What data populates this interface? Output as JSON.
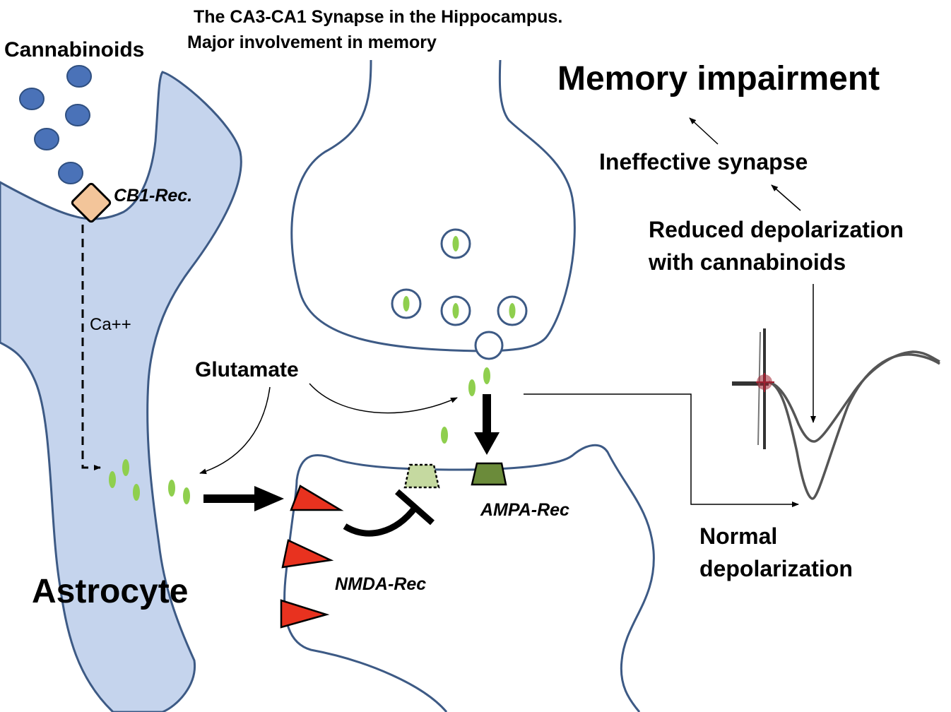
{
  "title": {
    "line1": "The CA3-CA1 Synapse  in the Hippocampus.",
    "line2": "Major involvement in memory"
  },
  "labels": {
    "cannabinoids": "Cannabinoids",
    "cb1_receptor": "CB1-Rec.",
    "calcium": "Ca++",
    "glutamate": "Glutamate",
    "astrocyte": "Astrocyte",
    "nmda_receptor": "NMDA-Rec",
    "ampa_receptor": "AMPA-Rec"
  },
  "effects": {
    "memory_impairment": "Memory impairment",
    "ineffective_synapse": "Ineffective synapse",
    "reduced_line1": "Reduced depolarization",
    "reduced_line2": "with cannabinoids",
    "normal_line1": "Normal",
    "normal_line2": "depolarization"
  },
  "colors": {
    "astrocyte_fill": "#c5d4ed",
    "membrane_stroke": "#3d5a85",
    "cannabinoid": "#4a72b8",
    "cb1_receptor": "#f3c59a",
    "glutamate": "#8fcf4e",
    "nmda_receptor": "#e8321f",
    "ampa_receptor": "#6b8b3a",
    "ampa_inactive": "#c5d9a0",
    "trace_marker": "#a02030"
  }
}
